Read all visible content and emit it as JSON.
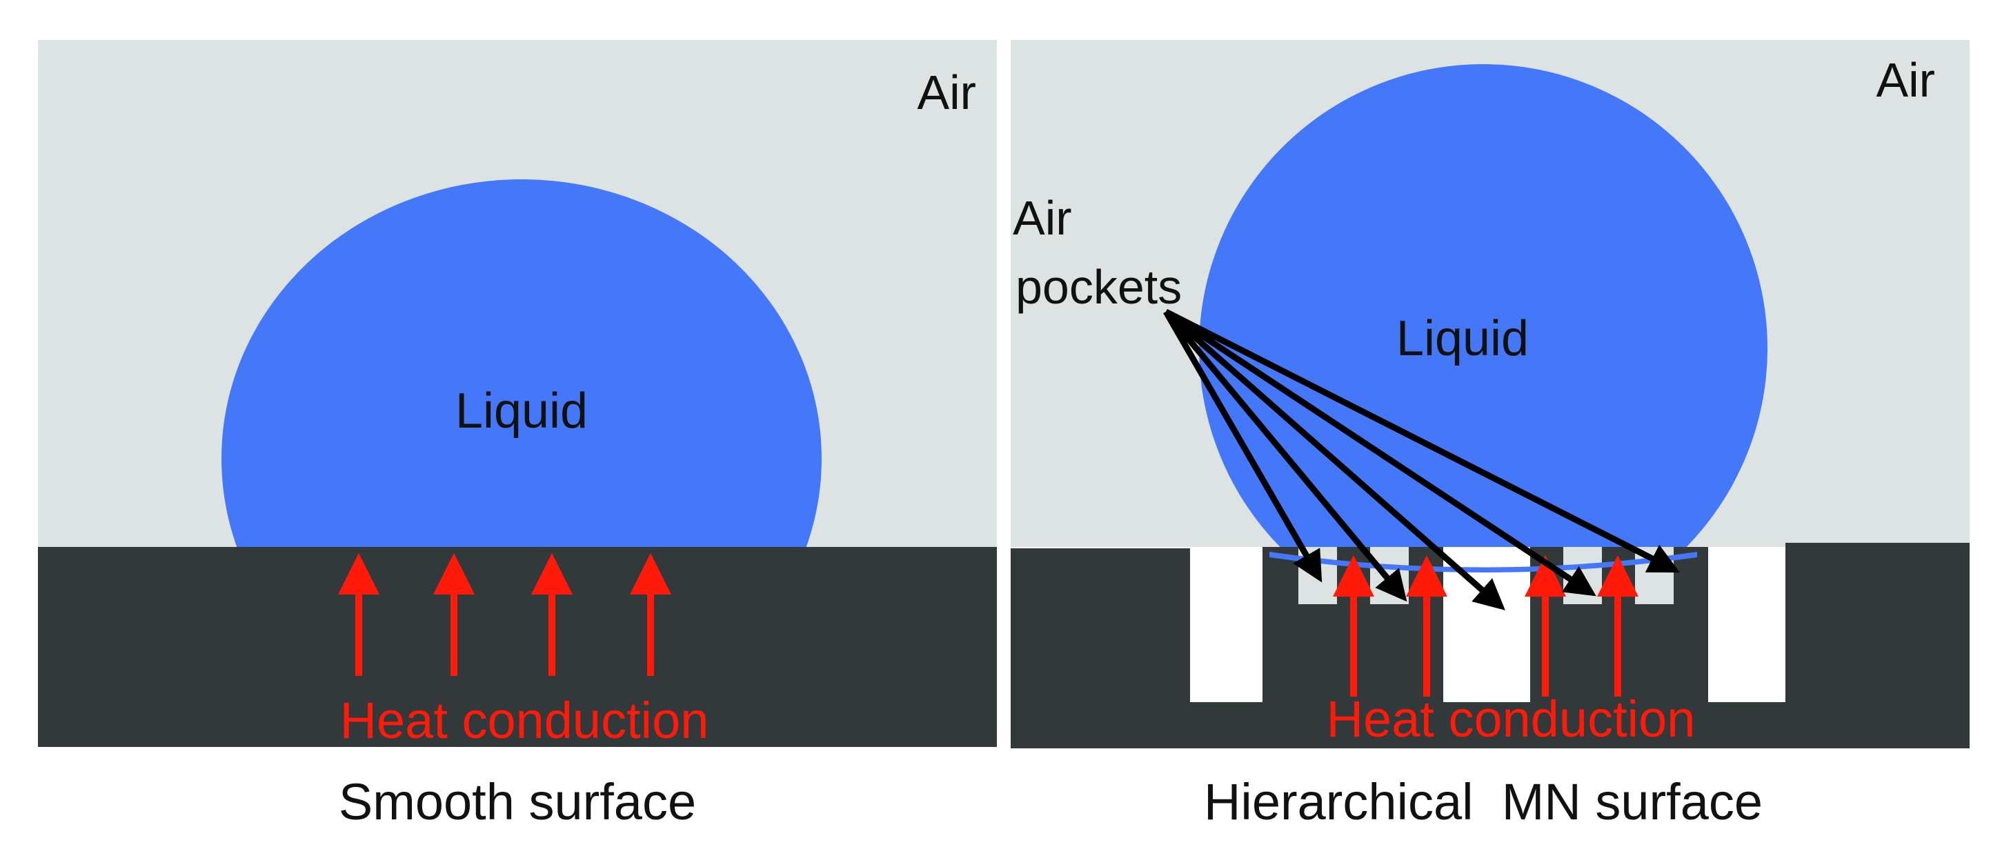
{
  "panels": {
    "left": {
      "air_label": "Air",
      "liquid_label": "Liquid",
      "heat_label": "Heat conduction",
      "caption": "Smooth surface"
    },
    "right": {
      "air_label": "Air",
      "liquid_label": "Liquid",
      "air_pockets_line1": "Air",
      "air_pockets_line2": "pockets",
      "heat_label": "Heat conduction",
      "caption": "Hierarchical  MN surface"
    }
  },
  "colors": {
    "air": "#dde2e2",
    "liquid": "#4478f8",
    "substrate": "#33383b",
    "heat_arrow": "#ff1a0a",
    "pointer_arrow": "#000000",
    "text": "#111111"
  }
}
